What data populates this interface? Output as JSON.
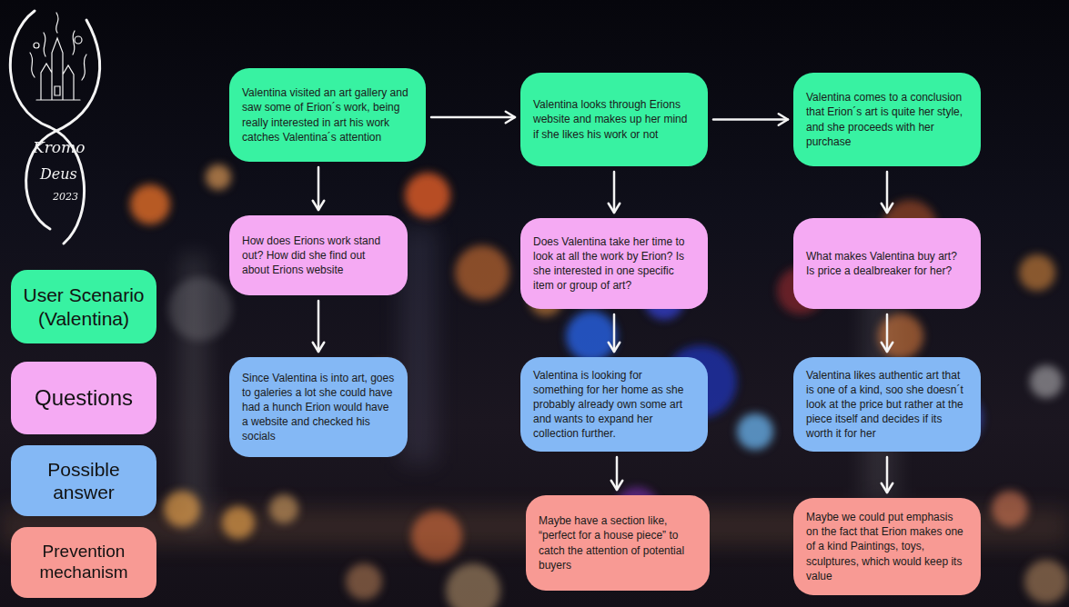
{
  "diagram": {
    "nodes": [
      {
        "text": [
          "Valentina visited an art gallery and saw some of Erion´s work, being really interested in art his work catches Valentina´s attention"
        ]
      },
      {
        "text": [
          "How does Erions work stand out? How did she find out about Erions website"
        ]
      },
      {
        "text": [
          "Since Valentina is into art, goes to galeries a lot she could have had a hunch Erion would have a website and checked his socials"
        ]
      },
      {
        "text": [
          "Valentina looks through Erions website and makes up her mind if she likes his work or not"
        ]
      },
      {
        "text": [
          "Does Valentina take her time to look at all the work by Erion? Is she interested in one specific item or group of art?"
        ]
      },
      {
        "text": [
          "Valentina is looking for something for her home as she probably already own some art and wants to expand her collection further."
        ]
      },
      {
        "text": [
          "Maybe have a section like, “perfect for a house piece” to catch the attention of potential buyers"
        ]
      },
      {
        "text": [
          "Valentina comes to a conclusion that Erion´s art is quite her style, and she proceeds with her purchase"
        ]
      },
      {
        "text": [
          "What makes Valentina buy art? Is price a dealbreaker for her?"
        ]
      },
      {
        "text": [
          "Valentina likes authentic art that is one of a kind, soo she doesn´t look at the price but rather at the piece itself and decides if its worth it for her"
        ]
      },
      {
        "text": [
          "Maybe we could put emphasis on the fact that Erion makes one of a kind Paintings, toys, sculptures, which would keep its value"
        ]
      }
    ],
    "edges": [
      {
        "from": 0,
        "to": 3,
        "arrow": "to"
      },
      {
        "from": 3,
        "to": 7,
        "arrow": "to"
      },
      {
        "from": 0,
        "to": 1,
        "arrow": "to"
      },
      {
        "from": 1,
        "to": 2,
        "arrow": "to"
      },
      {
        "from": 3,
        "to": 4,
        "arrow": "to"
      },
      {
        "from": 4,
        "to": 5,
        "arrow": "to"
      },
      {
        "from": 5,
        "to": 6,
        "arrow": "to"
      },
      {
        "from": 7,
        "to": 8,
        "arrow": "to"
      },
      {
        "from": 8,
        "to": 9,
        "arrow": "to"
      },
      {
        "from": 9,
        "to": 10,
        "arrow": "to"
      }
    ],
    "labels": [
      "Kromo",
      "Deus",
      "2023"
    ],
    "legend": [
      {
        "text": "User Scenario (Valentina)",
        "color": "#38f2a2"
      },
      {
        "text": "Questions",
        "color": "#f5aaf3"
      },
      {
        "text": "Possible answer",
        "color": "#84b8f5"
      },
      {
        "text": "Prevention mechanism",
        "color": "#f89a94"
      }
    ]
  }
}
